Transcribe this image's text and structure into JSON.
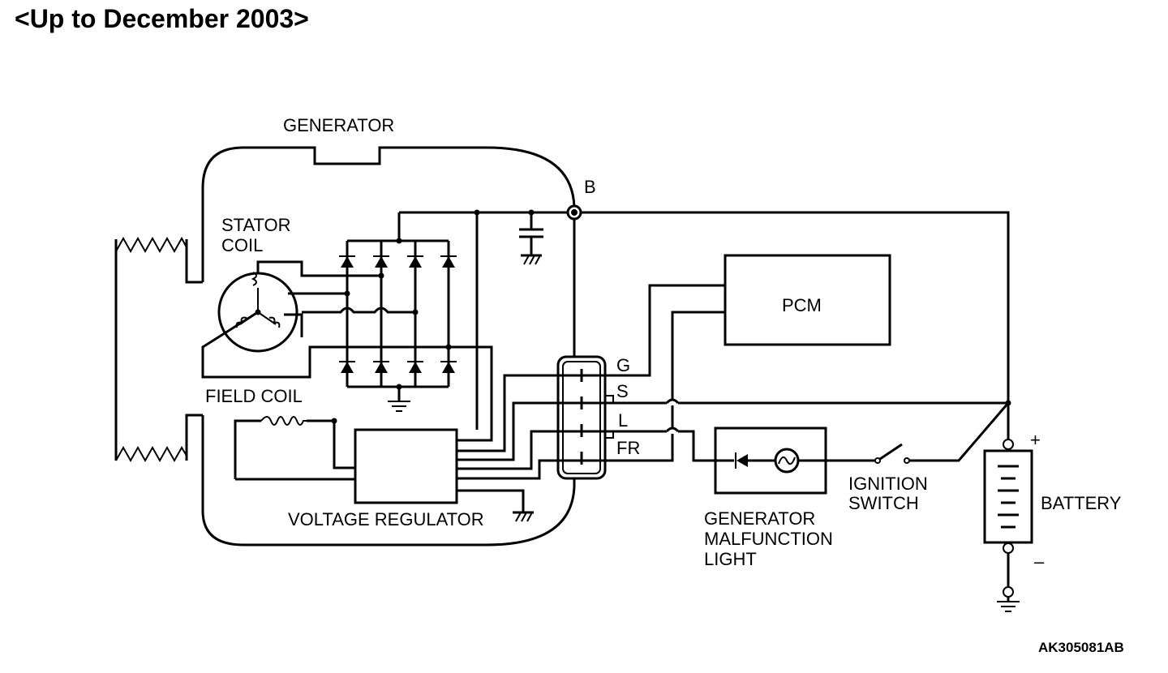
{
  "title": "<Up to December 2003>",
  "labels": {
    "generator": "GENERATOR",
    "terminal_b": "B",
    "stator_coil_1": "STATOR",
    "stator_coil_2": "COIL",
    "field_coil": "FIELD COIL",
    "voltage_regulator": "VOLTAGE REGULATOR",
    "pcm": "PCM",
    "terminal_g": "G",
    "terminal_s": "S",
    "terminal_l": "L",
    "terminal_fr": "FR",
    "malfunction_light_1": "GENERATOR",
    "malfunction_light_2": "MALFUNCTION",
    "malfunction_light_3": "LIGHT",
    "ignition_switch_1": "IGNITION",
    "ignition_switch_2": "SWITCH",
    "battery": "BATTERY",
    "battery_plus": "+",
    "battery_minus": "–"
  },
  "figure_code": "AK305081AB"
}
